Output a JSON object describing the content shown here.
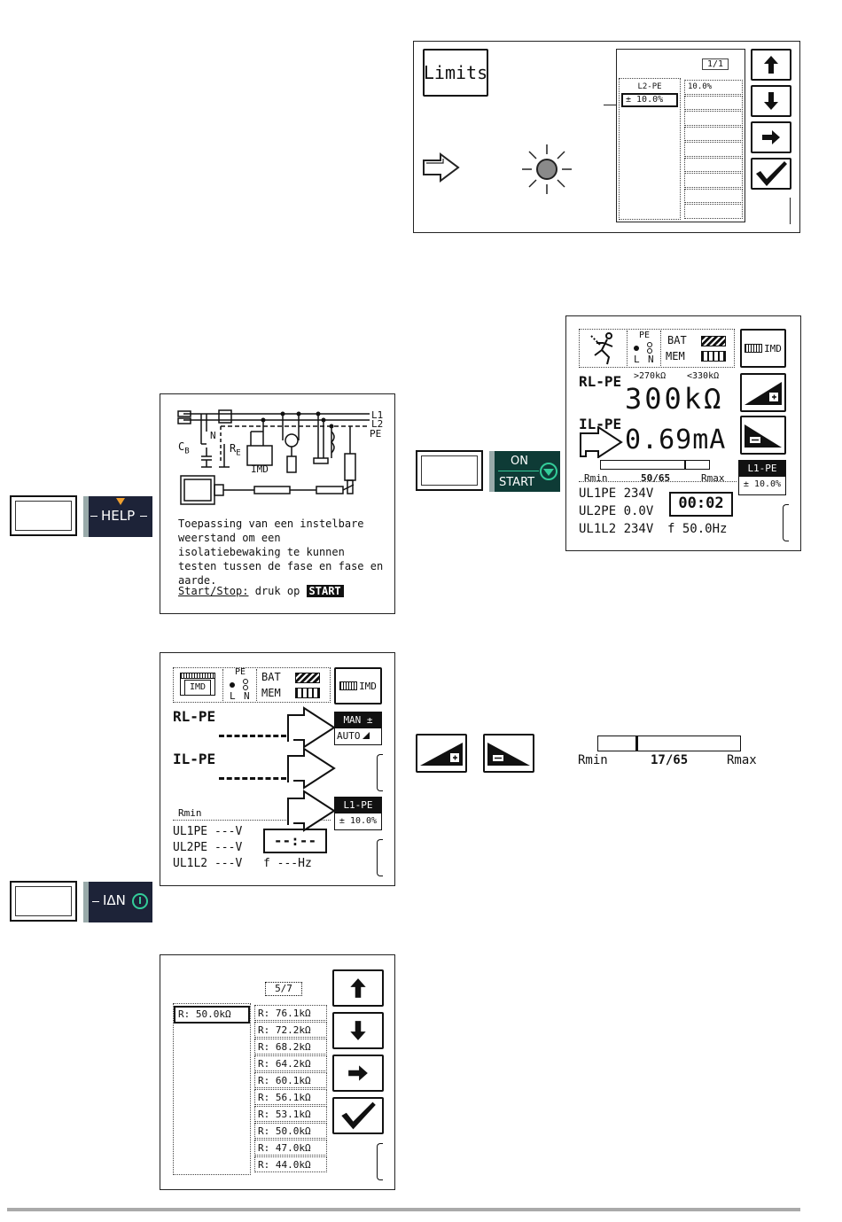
{
  "limits_screen": {
    "limits_button": "Limits",
    "page_counter": "1/1",
    "left_column": {
      "header": "L2-PE",
      "selected": "± 10.0%"
    },
    "right_column_first": "10.0%",
    "right_column_count": 9,
    "icons": {
      "arrow": "outline-arrow-right-icon",
      "lamp": "lamp-on-icon",
      "up": "arrow-up-icon",
      "down": "arrow-down-icon",
      "right": "arrow-right-icon",
      "ok": "checkmark-icon"
    }
  },
  "help_key": {
    "label": "HELP"
  },
  "help_screen": {
    "diagram_labels": {
      "l1": "L1",
      "l2": "L2",
      "pe": "PE",
      "n": "N",
      "cb": "C",
      "cb_sub": "B",
      "re": "R",
      "re_sub": "E",
      "imd": "IMD"
    },
    "paragraph": "Toepassing van een instelbare weerstand om een isolatiebewaking te kunnen testen tussen de fase en fase en aarde.",
    "startstop_label": "Start/Stop:",
    "startstop_text": "druk op",
    "start_badge": "START"
  },
  "onstart_key": {
    "on": "ON",
    "start": "START"
  },
  "measure_screen": {
    "pe_label": "PE",
    "l_label": "L",
    "n_label": "N",
    "bat_label": "BAT",
    "mem_label": "MEM",
    "imd_label": "IMD",
    "r_label": "RL-PE",
    "range_low": ">270kΩ",
    "range_high": "<330kΩ",
    "r_value": "300kΩ",
    "i_label": "IL-PE",
    "i_value": "0.69mA",
    "bar_min": "Rmin",
    "bar_counter": "50/65",
    "bar_max": "Rmax",
    "bar_fill": 0.77,
    "l1pe_badge": "L1-PE",
    "l1pe_value": "± 10.0%",
    "u1": "UL1PE 234V",
    "u2": "UL2PE 0.0V",
    "u3": "UL1L2 234V",
    "timer": "00:02",
    "freq": "f 50.0Hz"
  },
  "idle_screen": {
    "imd_label": "IMD",
    "pe_label": "PE",
    "l_label": "L",
    "n_label": "N",
    "bat_label": "BAT",
    "mem_label": "MEM",
    "r_label": "RL-PE",
    "man_label": "MAN ±",
    "auto_label": "AUTO",
    "i_label": "IL-PE",
    "rmin_label": "Rmin",
    "l1pe_badge": "L1-PE",
    "l1pe_value": "± 10.0%",
    "u1": "UL1PE ---V",
    "u2": "UL2PE ---V",
    "u3": "UL1L2 ---V",
    "timer": "--:--",
    "freq": "f ---Hz"
  },
  "idn_key": {
    "label": "IΔN"
  },
  "ramp_legend": {
    "bar_min": "Rmin",
    "bar_counter": "17/65",
    "bar_max": "Rmax",
    "bar_fill": 0.26
  },
  "r_list_screen": {
    "page_counter": "5/7",
    "selected": "R: 50.0kΩ",
    "values": [
      "R: 76.1kΩ",
      "R: 72.2kΩ",
      "R: 68.2kΩ",
      "R: 64.2kΩ",
      "R: 60.1kΩ",
      "R: 56.1kΩ",
      "R: 53.1kΩ",
      "R: 50.0kΩ",
      "R: 47.0kΩ",
      "R: 44.0kΩ"
    ]
  }
}
